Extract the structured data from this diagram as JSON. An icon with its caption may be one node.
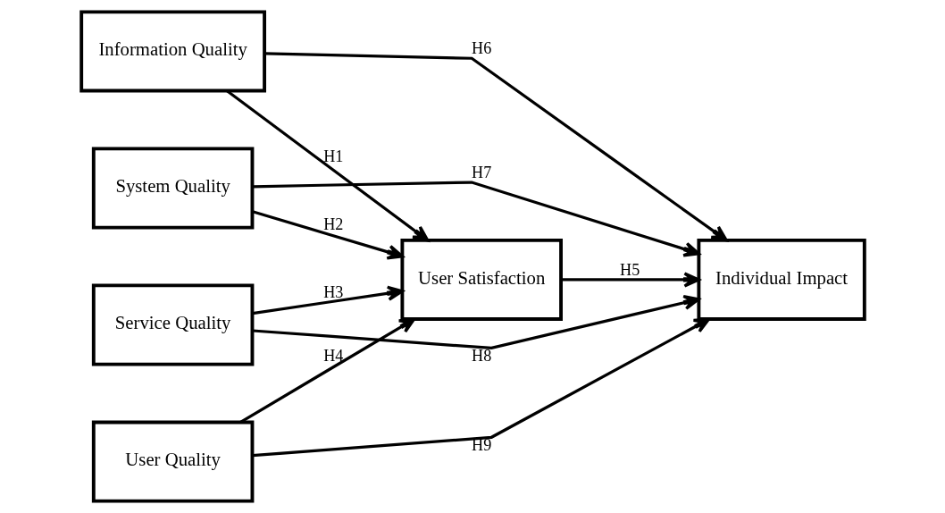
{
  "diagram": {
    "nodes": [
      {
        "text": [
          "Information Quality"
        ]
      },
      {
        "text": [
          "System Quality"
        ]
      },
      {
        "text": [
          "Service Quality"
        ]
      },
      {
        "text": [
          "User Quality"
        ]
      },
      {
        "text": [
          "User Satisfaction"
        ]
      },
      {
        "text": [
          "Individual Impact"
        ]
      }
    ],
    "edges": [
      {
        "from": 0,
        "to": 4,
        "arrow": "to",
        "label": "H1"
      },
      {
        "from": 1,
        "to": 4,
        "arrow": "to",
        "label": "H2"
      },
      {
        "from": 2,
        "to": 4,
        "arrow": "to",
        "label": "H3"
      },
      {
        "from": 3,
        "to": 4,
        "arrow": "to",
        "label": "H4"
      },
      {
        "from": 4,
        "to": 5,
        "arrow": "to",
        "label": "H5"
      },
      {
        "from": 0,
        "to": 5,
        "arrow": "to",
        "label": "H6"
      },
      {
        "from": 1,
        "to": 5,
        "arrow": "to",
        "label": "H7"
      },
      {
        "from": 2,
        "to": 5,
        "arrow": "to",
        "label": "H8"
      },
      {
        "from": 3,
        "to": 5,
        "arrow": "to",
        "label": "H9"
      }
    ]
  }
}
